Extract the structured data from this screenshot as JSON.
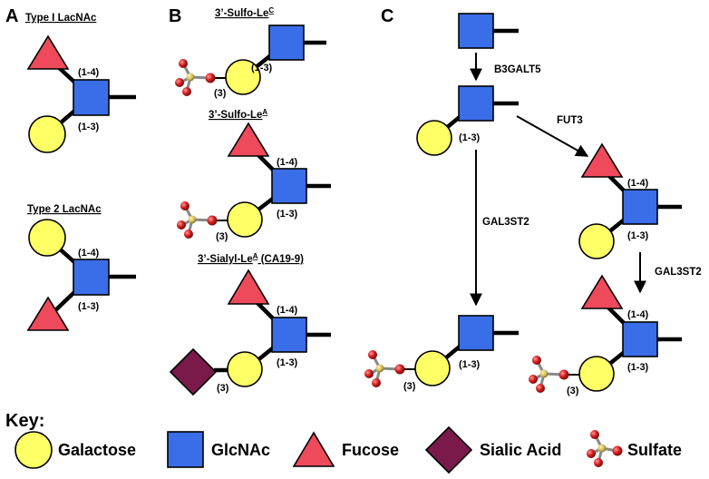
{
  "panels": {
    "a": "A",
    "b": "B",
    "c": "C"
  },
  "panel_a": {
    "type1_title": "Type I LacNAc",
    "type1_link_top": "(1-4)",
    "type1_link_bottom": "(1-3)",
    "type2_title": "Type 2 LacNAc",
    "type2_link_top": "(1-4)",
    "type2_link_bottom": "(1-3)"
  },
  "panel_b": {
    "sulfo_lec_title": "3’-Sulfo-Le",
    "sulfo_lec_sup": "C",
    "sulfo_lec_link": "(1-3)",
    "sulfo_lec_pos": "(3)",
    "sulfo_lea_title": "3’-Sulfo-Le",
    "sulfo_lea_sup": "A",
    "sulfo_lea_link_top": "(1-4)",
    "sulfo_lea_link_bottom": "(1-3)",
    "sulfo_lea_pos": "(3)",
    "sialyl_lea_title": "3’-Sialyl-Le",
    "sialyl_lea_sup": "A",
    "sialyl_lea_suffix": " (CA19-9)",
    "sialyl_lea_link_top": "(1-4)",
    "sialyl_lea_link_bottom": "(1-3)",
    "sialyl_lea_pos": "(3)"
  },
  "panel_c": {
    "enzyme_1": "B3GALT5",
    "enzyme_2": "FUT3",
    "enzyme_3": "GAL3ST2",
    "enzyme_4": "GAL3ST2",
    "link_mid": "(1-3)",
    "link_right_top": "(1-4)",
    "link_right_bottom": "(1-3)",
    "link_bl": "(1-3)",
    "pos_bl": "(3)",
    "link_br_top": "(1-4)",
    "link_br_bottom": "(1-3)",
    "pos_br": "(3)"
  },
  "key": {
    "heading": "Key:",
    "items": [
      "Galactose",
      "GlcNAc",
      "Fucose",
      "Sialic Acid",
      "Sulfate"
    ]
  },
  "colors": {
    "galactose": "#ffff66",
    "glcnac": "#3a6ee8",
    "fucose": "#ee4a5c",
    "sialic_acid": "#7a1a4a",
    "sulfate_oxygen": "#cc1a1a",
    "sulfate_sulfur": "#d4c060"
  }
}
